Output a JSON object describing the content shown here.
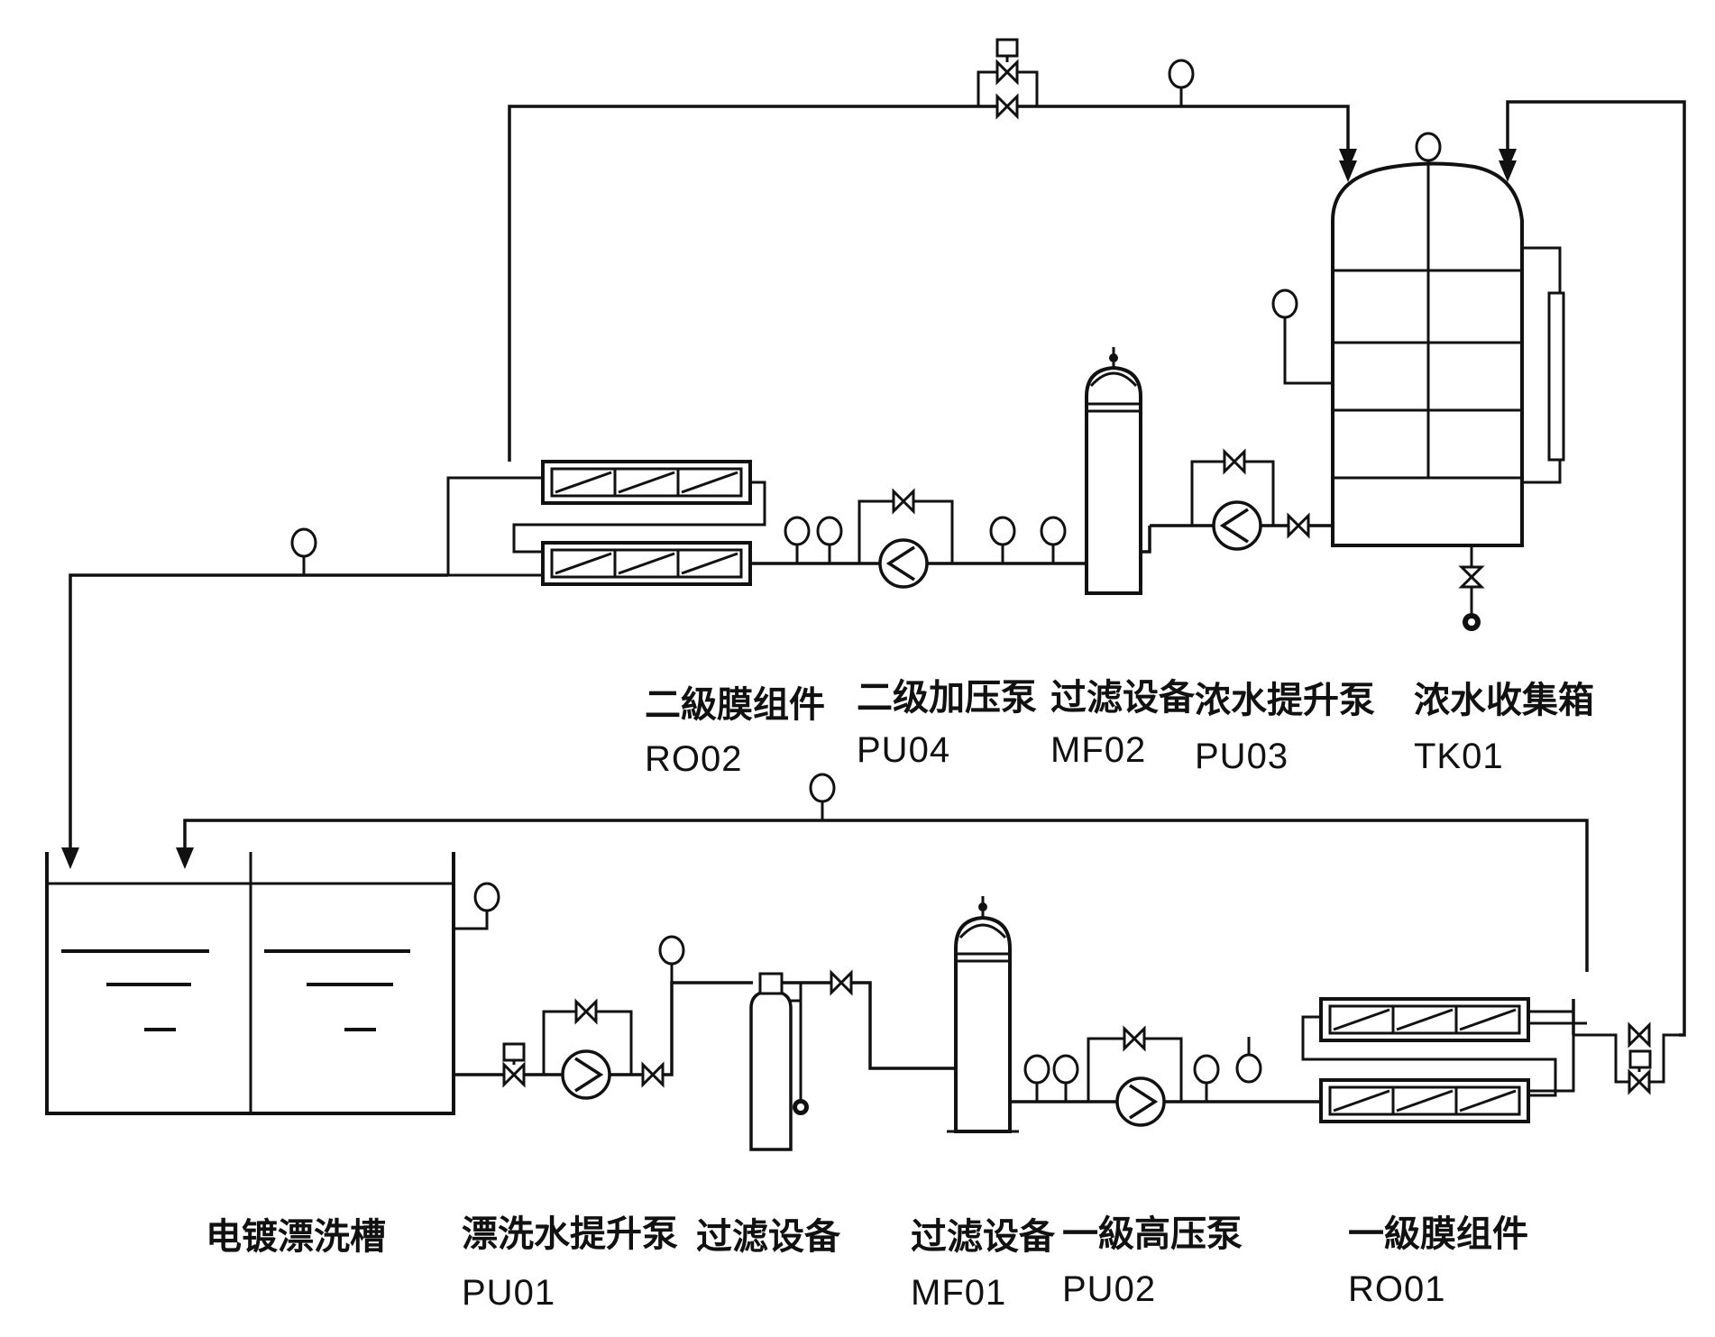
{
  "labels": {
    "ro02_name": "二級膜组件",
    "ro02_code": "RO02",
    "pu04_name": "二级加压泵",
    "pu04_code": "PU04",
    "mf02_name": "过滤设备",
    "mf02_code": "MF02",
    "pu03_name": "浓水提升泵",
    "pu03_code": "PU03",
    "tk01_name": "浓水收集箱",
    "tk01_code": "TK01",
    "tank_name": "电镀漂洗槽",
    "pu01_name": "漂洗水提升泵",
    "pu01_code": "PU01",
    "filter_name": "过滤设备",
    "mf01_name": "过滤设备",
    "mf01_code": "MF01",
    "pu02_name": "一級高压泵",
    "pu02_code": "PU02",
    "ro01_name": "一級膜组件",
    "ro01_code": "RO01"
  }
}
